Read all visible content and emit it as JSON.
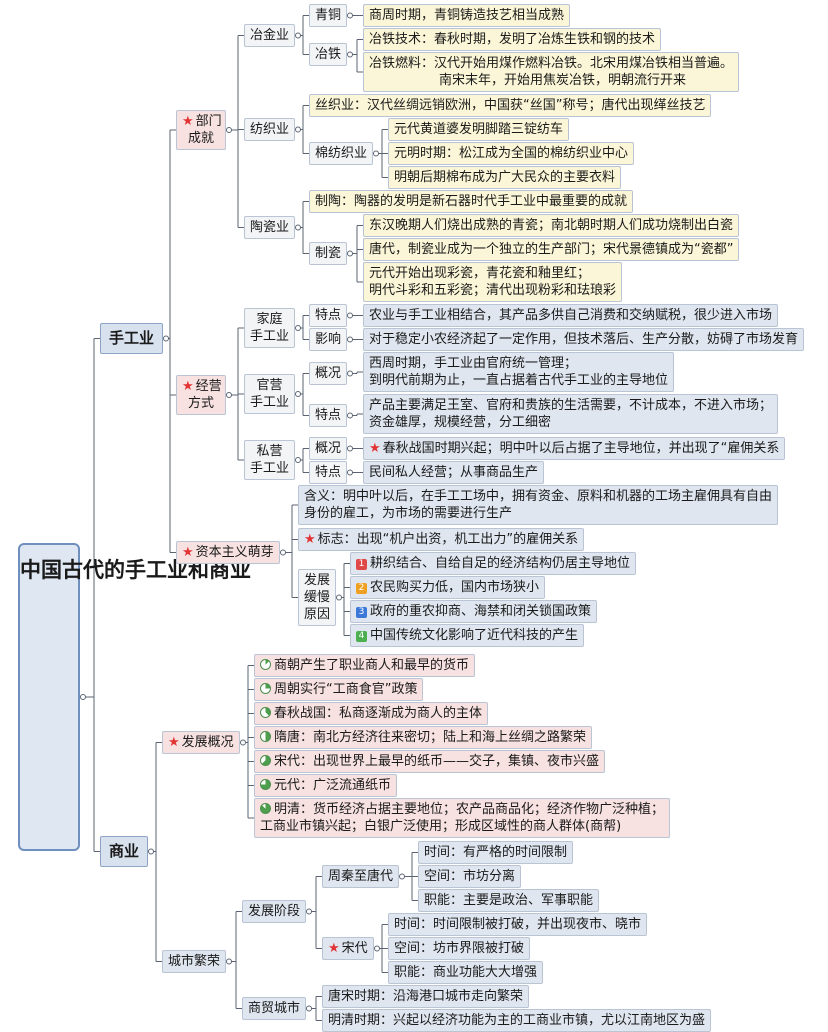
{
  "root": {
    "title": "中国古代的手工业和商业"
  },
  "handicraft": {
    "label": "手工业",
    "sectors": {
      "label_line1": "部门",
      "label_line2": "成就",
      "metallurgy": {
        "label": "冶金业",
        "bronze": {
          "label": "青铜",
          "text": "商周时期，青铜铸造技艺相当成熟"
        },
        "iron": {
          "label": "冶铁",
          "tech": "冶铁技术：春秋时期，发明了冶炼生铁和钢的技术",
          "fuel_line1": "冶铁燃料：汉代开始用煤作燃料冶铁。北宋用煤冶铁相当普遍。",
          "fuel_line2": "南宋末年，开始用焦炭冶铁，明朝流行开来"
        }
      },
      "textile": {
        "label": "纺织业",
        "silk": "丝织业：汉代丝绸远销欧洲，中国获“丝国”称号；唐代出现缂丝技艺",
        "cotton": {
          "label": "棉纺织业",
          "items": [
            "元代黄道婆发明脚踏三锭纺车",
            "元明时期：松江成为全国的棉纺织业中心",
            "明朝后期棉布成为广大民众的主要衣料"
          ]
        }
      },
      "ceramics": {
        "label": "陶瓷业",
        "pottery": "制陶：陶器的发明是新石器时代手工业中最重要的成就",
        "porcelain": {
          "label": "制瓷",
          "items": [
            "东汉晚期人们烧出成熟的青瓷；南北朝时期人们成功烧制出白瓷",
            "唐代，制瓷业成为一个独立的生产部门；宋代景德镇成为“瓷都”"
          ],
          "last_line1": "元代开始出现彩瓷，青花瓷和釉里红；",
          "last_line2": "明代斗彩和五彩瓷；清代出现粉彩和珐琅彩"
        }
      }
    },
    "modes": {
      "label_line1": "经营",
      "label_line2": "方式",
      "household": {
        "label_line1": "家庭",
        "label_line2": "手工业",
        "feature_label": "特点",
        "feature": "农业与手工业相结合，其产品多供自己消费和交纳赋税，很少进入市场",
        "impact_label": "影响",
        "impact": "对于稳定小农经济起了一定作用，但技术落后、生产分散，妨碍了市场发育"
      },
      "official": {
        "label_line1": "官营",
        "label_line2": "手工业",
        "overview_label": "概况",
        "overview_line1": "西周时期，手工业由官府统一管理；",
        "overview_line2": "到明代前期为止，一直占据着古代手工业的主导地位",
        "feature_label": "特点",
        "feature_line1": "产品主要满足王室、官府和贵族的生活需要，不计成本，不进入市场；",
        "feature_line2": "资金雄厚，规模经营，分工细密"
      },
      "private": {
        "label_line1": "私营",
        "label_line2": "手工业",
        "overview_label": "概况",
        "overview": "春秋战国时期兴起；明中叶以后占据了主导地位，并出现了“雇佣关系",
        "feature_label": "特点",
        "feature": "民间私人经营；从事商品生产"
      }
    },
    "capitalism": {
      "label": "资本主义萌芽",
      "meaning_line1": "含义：明中叶以后，在手工工场中，拥有资金、原料和机器的工场主雇佣具有自由",
      "meaning_line2": "身份的雇工，为市场的需要进行生产",
      "sign": "标志：出现“机户出资，机工出力”的雇佣关系",
      "slow": {
        "label_line1": "发展",
        "label_line2": "缓慢",
        "label_line3": "原因",
        "reasons": [
          "耕织结合、自给自足的经济结构仍居主导地位",
          "农民购买力低，国内市场狭小",
          "政府的重农抑商、海禁和闭关锁国政策",
          "中国传统文化影响了近代科技的产生"
        ],
        "badges": [
          "1",
          "2",
          "3",
          "4"
        ],
        "badge_colors": [
          "#e04848",
          "#f0a020",
          "#3c78d8",
          "#4caf50"
        ]
      }
    }
  },
  "commerce": {
    "label": "商业",
    "overview": {
      "label": "发展概况",
      "items": [
        "商朝产生了职业商人和最早的货币",
        "周朝实行“工商食官”政策",
        "春秋战国：私商逐渐成为商人的主体",
        "隋唐：南北方经济往来密切；陆上和海上丝绸之路繁荣",
        "宋代：出现世界上最早的纸币——交子，集镇、夜市兴盛",
        "元代：广泛流通纸币"
      ],
      "last_line1": "明清：货币经济占据主要地位；农产品商品化；经济作物广泛种植；",
      "last_line2": "工商业市镇兴起；白银广泛使用；形成区域性的商人群体(商帮)",
      "progress": [
        0.125,
        0.25,
        0.375,
        0.5,
        0.625,
        0.75,
        0.875
      ]
    },
    "city": {
      "label": "城市繁荣",
      "stages": {
        "label": "发展阶段",
        "zhouqin": {
          "label": "周秦至唐代",
          "items": [
            "时间：有严格的时间限制",
            "空间：市坊分离",
            "职能：主要是政治、军事职能"
          ]
        },
        "song": {
          "label": "宋代",
          "items": [
            "时间：时间限制被打破，并出现夜市、晓市",
            "空间：坊市界限被打破",
            "职能：商业功能大大增强"
          ]
        }
      },
      "trade_cities": {
        "label": "商贸城市",
        "items": [
          "唐宋时期：沿海港口城市走向繁荣",
          "明清时期：兴起以经济功能为主的工商业市镇，尤以江南地区为盛"
        ]
      }
    }
  },
  "colors": {
    "line": "#5a6472",
    "star": "#e23434",
    "root_border": "#6f8fbf"
  }
}
